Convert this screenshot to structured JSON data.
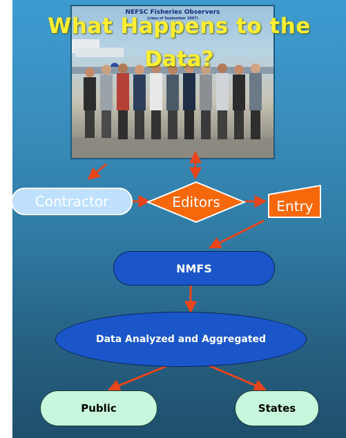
{
  "slide": {
    "title_line1": "What Happens to the",
    "title_line2": "Data?"
  },
  "photo": {
    "caption_title": "NEFSC Fisheries Observers",
    "caption_subtitle": "(class of September 2007)"
  },
  "diagram": {
    "contractor": "Contractor",
    "editors": "Editors",
    "entry": "Entry",
    "nmfs": "NMFS",
    "analyzed": "Data Analyzed and Aggregated",
    "public": "Public",
    "states": "States"
  },
  "colors": {
    "arrow": "#e8451c",
    "title": "#ffee33",
    "node_orange": "#f7680a",
    "node_blue": "#1a56c9",
    "node_light_blue": "#bfe0ff",
    "node_mint": "#c7f7dc"
  }
}
